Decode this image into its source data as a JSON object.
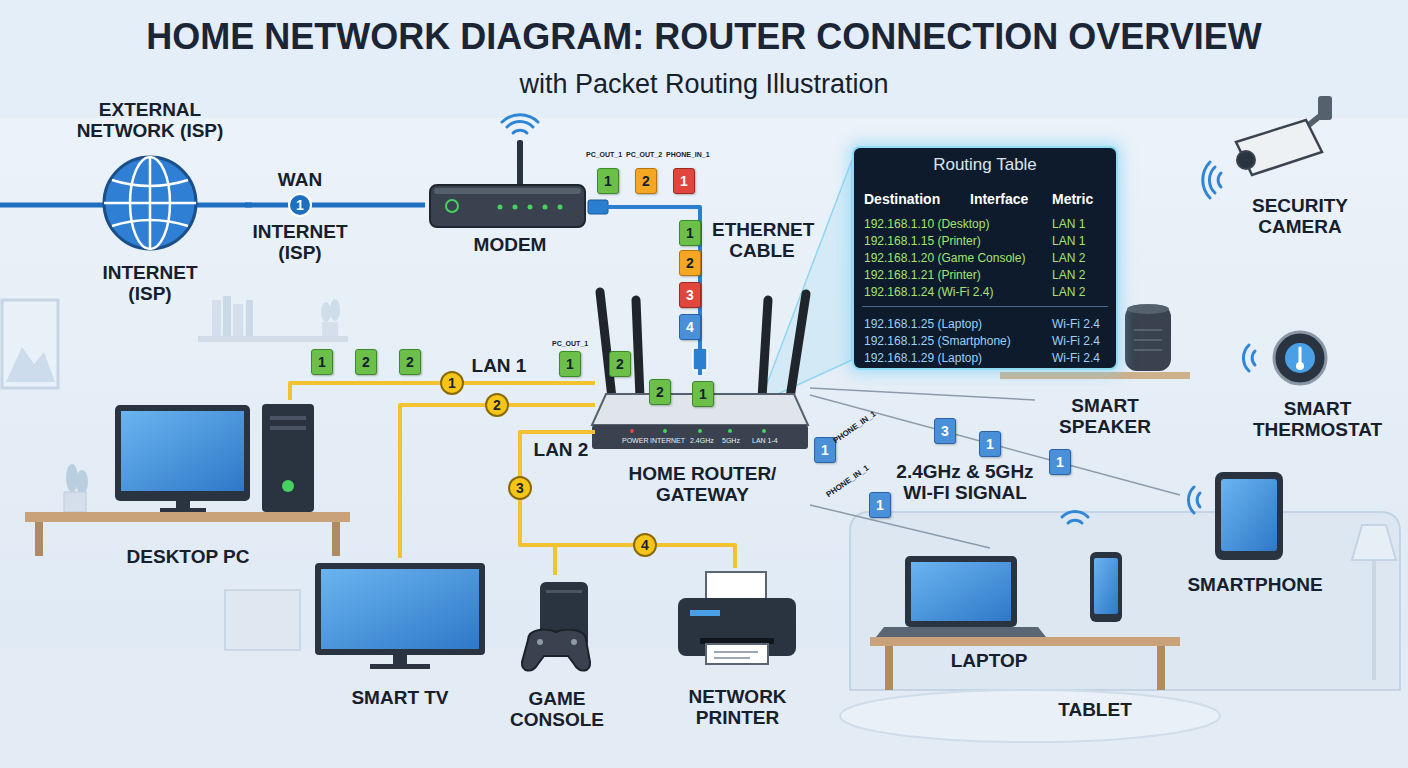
{
  "diagram": {
    "title": "HOME NETWORK DIAGRAM: ROUTER CONNECTION OVERVIEW",
    "nodes": [
      {
        "text": [
          "EXTERNAL NETWORK (ISP)",
          "INTERNET (ISP)"
        ]
      },
      {
        "text": [
          "MODEM"
        ]
      },
      {
        "text": [
          "HOME ROUTER/ GATEWAY"
        ]
      },
      {
        "text": [
          "Routing Table"
        ]
      },
      {
        "text": [
          "SECURITY CAMERA"
        ]
      },
      {
        "text": [
          "SMART SPEAKER"
        ]
      },
      {
        "text": [
          "SMART THERMOSTAT"
        ]
      },
      {
        "text": [
          "DESKTOP PC"
        ]
      },
      {
        "text": [
          "SMART TV"
        ]
      },
      {
        "text": [
          "GAME CONSOLE"
        ]
      },
      {
        "text": [
          "NETWORK PRINTER"
        ]
      },
      {
        "text": [
          "LAPTOP"
        ]
      },
      {
        "text": [
          "TABLET"
        ]
      },
      {
        "text": [
          "SMARTPHONE"
        ]
      },
      {
        "text": [
          "1"
        ]
      },
      {
        "text": [
          "2"
        ]
      },
      {
        "text": [
          "1"
        ]
      },
      {
        "text": [
          "1"
        ]
      },
      {
        "text": [
          "2"
        ]
      },
      {
        "text": [
          "3"
        ]
      },
      {
        "text": [
          "4"
        ]
      },
      {
        "text": [
          "1"
        ]
      },
      {
        "text": [
          "2"
        ]
      },
      {
        "text": [
          "2"
        ]
      },
      {
        "text": [
          "1"
        ]
      },
      {
        "text": [
          "2"
        ]
      },
      {
        "text": [
          "2"
        ]
      },
      {
        "text": [
          "1"
        ]
      },
      {
        "text": [
          "1"
        ]
      },
      {
        "text": [
          "1"
        ]
      },
      {
        "text": [
          "3"
        ]
      },
      {
        "text": [
          "1"
        ]
      },
      {
        "text": [
          "1"
        ]
      }
    ],
    "edges": [
      {
        "from": 0,
        "to": 1,
        "arrow": "none",
        "label": "WAN"
      },
      {
        "from": 1,
        "to": 2,
        "arrow": "none",
        "label": "ETHERNET CABLE"
      },
      {
        "from": 2,
        "to": 7,
        "arrow": "none",
        "label": "LAN 1"
      },
      {
        "from": 2,
        "to": 8,
        "arrow": "none"
      },
      {
        "from": 2,
        "to": 9,
        "arrow": "none",
        "label": "LAN 2"
      },
      {
        "from": 2,
        "to": 10,
        "arrow": "none"
      },
      {
        "from": 2,
        "to": 5,
        "arrow": "none"
      },
      {
        "from": 2,
        "to": 13,
        "arrow": "none"
      },
      {
        "from": 2,
        "to": 11,
        "arrow": "none"
      }
    ],
    "labels": [
      "with Packet Routing Illustration",
      "1",
      "INTERNET (ISP)",
      "PC_OUT_1",
      "PC_OUT_2",
      "PHONE_IN_1",
      "PC_OUT_1",
      "1",
      "2",
      "3",
      "4",
      "PHONE_IN_1",
      "PHONE_IN_1",
      "2.4GHz & 5GHz WI-FI SIGNAL",
      "POWER",
      "INTERNET",
      "2.4GHz",
      "5GHz",
      "LAN 1-4",
      "Destination",
      "Interface",
      "Metric",
      "192.168.1.10 (Desktop)",
      "LAN 1",
      "192.168.1.15 (Printer)",
      "LAN 1",
      "192.168.1.20 (Game Console)",
      "LAN 2",
      "192.168.1.21 (Printer)",
      "LAN 2",
      "192.168.1.24 (Wi-Fi 2.4)",
      "LAN 2",
      "192.168.1.25 (Laptop)",
      "Wi-Fi 2.4",
      "192.168.1.25 (Smartphone)",
      "Wi-Fi 2.4",
      "192.168.1.29 (Laptop)",
      "Wi-Fi 2.4"
    ]
  }
}
